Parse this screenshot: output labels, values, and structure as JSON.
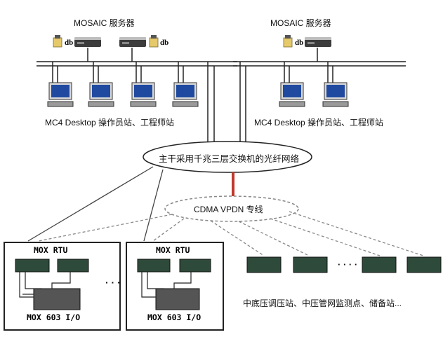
{
  "servers": {
    "left_label": "MOSAIC  服务器",
    "right_label": "MOSAIC  服务器",
    "db_label": "db"
  },
  "workstations": {
    "left_label": "MC4 Desktop 操作员站、工程师站",
    "right_label": "MC4 Desktop 操作员站、工程师站"
  },
  "backbone": {
    "label": "主干采用千兆三层交换机的光纤网络"
  },
  "wireless": {
    "label": "CDMA VPDN 专线"
  },
  "rtu_boxes": [
    {
      "title": "MOX RTU",
      "io_label": "MOX 603 I/O"
    },
    {
      "title": "MOX RTU",
      "io_label": "MOX 603 I/O"
    }
  ],
  "ellipsis": "· · ·",
  "remote_sites": {
    "label": "中底压调压站、中压管网监测点、储备站...",
    "ellipsis": "· · · ·"
  },
  "colors": {
    "line": "#222222",
    "dashed": "#888888",
    "backbone_link": "#c0392b",
    "monitor": "#1f4aa0",
    "device": "#3c3c3c",
    "rtu_module": "#2e4a3a"
  }
}
